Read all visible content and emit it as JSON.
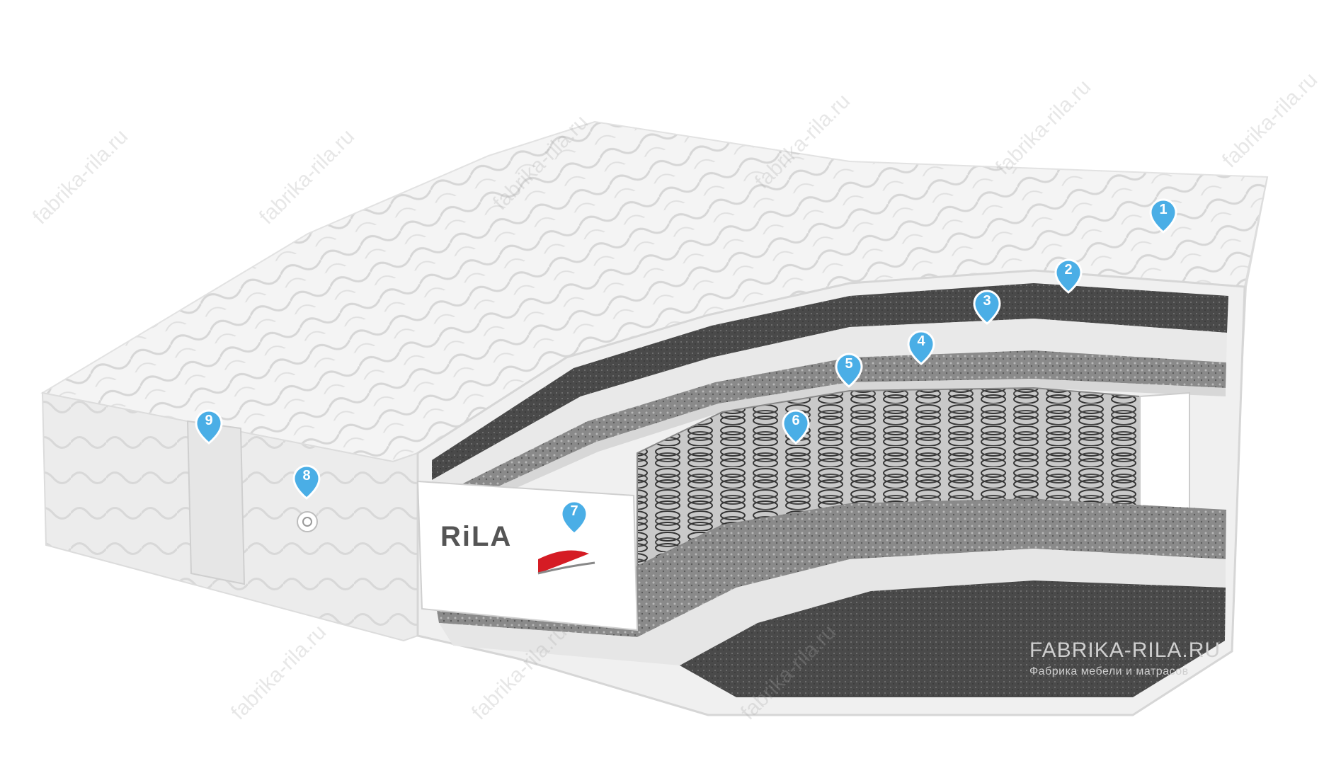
{
  "image": {
    "subject": "",
    "background_color": "#ffffff"
  },
  "brand": {
    "site": "FABRIKA-RILA.RU",
    "tagline": "Фабрика мебели и матрасов",
    "logo_text": "RiLA"
  },
  "watermark": {
    "text": "fabrika-rila.ru"
  },
  "markers": [
    {
      "number": "1"
    },
    {
      "number": "2"
    },
    {
      "number": "3"
    },
    {
      "number": "4"
    },
    {
      "number": "5"
    },
    {
      "number": "6"
    },
    {
      "number": "7"
    },
    {
      "number": "8"
    },
    {
      "number": "9"
    }
  ],
  "colors": {
    "marker_fill": "#4aaee6",
    "marker_stroke": "#ffffff",
    "cover": "#f2f2f2",
    "felt_dark": "#4b4b4b",
    "foam_light": "#e8e8e8",
    "logo_red": "#d51c24"
  }
}
